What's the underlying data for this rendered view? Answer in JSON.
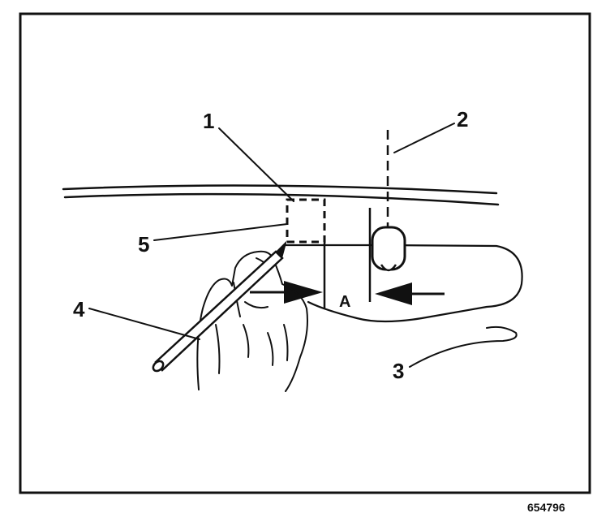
{
  "figure": {
    "callouts": {
      "c1": "1",
      "c2": "2",
      "c3": "3",
      "c4": "4",
      "c5": "5"
    },
    "dimension_label": "A",
    "figure_number": "654796"
  }
}
